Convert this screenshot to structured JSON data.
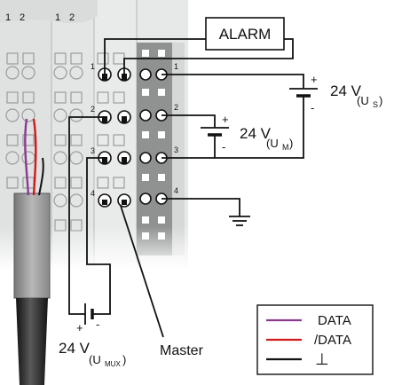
{
  "alarm": {
    "label": "ALARM"
  },
  "supplies": {
    "us": {
      "voltage": "24 V",
      "sub": "(U",
      "subscript": "S",
      "close": ")",
      "plus": "+",
      "minus": "-"
    },
    "um": {
      "voltage": "24 V",
      "sub": "(U",
      "subscript": "M",
      "close": ")",
      "plus": "+",
      "minus": "-"
    },
    "umux": {
      "voltage": "24 V",
      "sub": "(U",
      "subscript": "MUX",
      "close": ")",
      "plus": "+",
      "minus": "-"
    }
  },
  "master_label": "Master",
  "module_top_numbers": [
    "1",
    "2",
    "1",
    "2"
  ],
  "terminal_numbers": {
    "right": [
      "1",
      "2",
      "3",
      "4"
    ],
    "mid": [
      "1",
      "2",
      "3",
      "4"
    ]
  },
  "legend": {
    "items": [
      {
        "label": "DATA",
        "color": "#8b3a8f"
      },
      {
        "label": "/DATA",
        "color": "#d11a1a"
      },
      {
        "label": "⊥",
        "color": "#111111"
      }
    ]
  },
  "colors": {
    "module_body": "#e9ebea",
    "terminal_strip": "#8f8f8f",
    "cable": "#2a2a2a",
    "wire": "#111111"
  }
}
